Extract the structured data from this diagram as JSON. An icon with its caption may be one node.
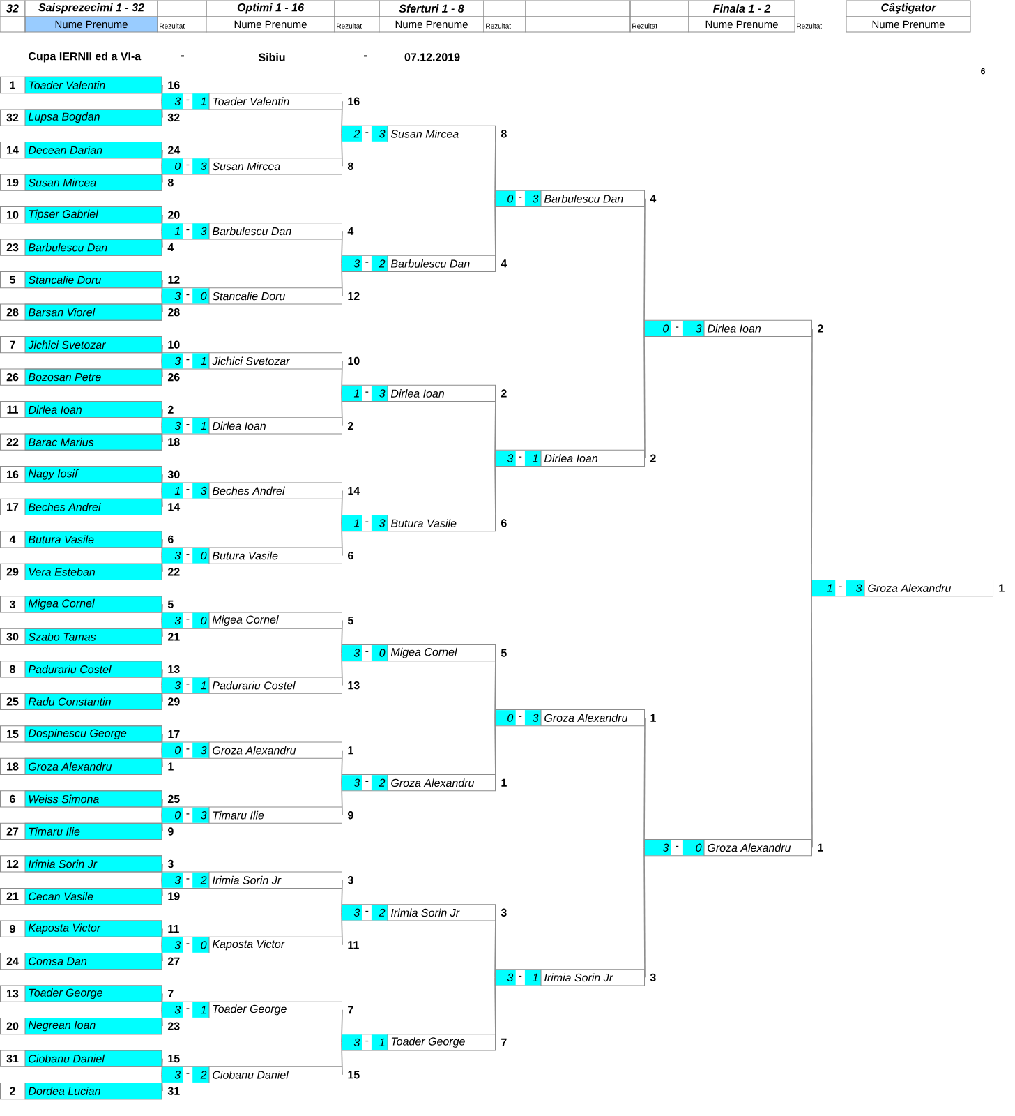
{
  "diagram": {
    "nodes": [
      {
        "text": [
          "1",
          "Toader Valentin"
        ],
        "beside": [
          "16"
        ]
      },
      {
        "text": [
          "32",
          "Lupsa Bogdan"
        ],
        "beside": [
          "32"
        ]
      },
      {
        "text": [
          "14",
          "Decean Darian"
        ],
        "beside": [
          "24"
        ]
      },
      {
        "text": [
          "19",
          "Susan Mircea"
        ],
        "beside": [
          "8"
        ]
      },
      {
        "text": [
          "10",
          "Tipser Gabriel"
        ],
        "beside": [
          "20"
        ]
      },
      {
        "text": [
          "23",
          "Barbulescu Dan"
        ],
        "beside": [
          "4"
        ]
      },
      {
        "text": [
          "5",
          "Stancalie Doru"
        ],
        "beside": [
          "12"
        ]
      },
      {
        "text": [
          "28",
          "Barsan Viorel"
        ],
        "beside": [
          "28"
        ]
      },
      {
        "text": [
          "7",
          "Jichici Svetozar"
        ],
        "beside": [
          "10"
        ]
      },
      {
        "text": [
          "26",
          "Bozosan Petre"
        ],
        "beside": [
          "26"
        ]
      },
      {
        "text": [
          "11",
          "Dirlea Ioan"
        ],
        "beside": [
          "2"
        ]
      },
      {
        "text": [
          "22",
          "Barac Marius"
        ],
        "beside": [
          "18"
        ]
      },
      {
        "text": [
          "16",
          "Nagy Iosif"
        ],
        "beside": [
          "30"
        ]
      },
      {
        "text": [
          "17",
          "Beches Andrei"
        ],
        "beside": [
          "14"
        ]
      },
      {
        "text": [
          "4",
          "Butura Vasile"
        ],
        "beside": [
          "6"
        ]
      },
      {
        "text": [
          "29",
          "Vera Esteban"
        ],
        "beside": [
          "22"
        ]
      },
      {
        "text": [
          "3",
          "Migea Cornel"
        ],
        "beside": [
          "5"
        ]
      },
      {
        "text": [
          "30",
          "Szabo Tamas"
        ],
        "beside": [
          "21"
        ]
      },
      {
        "text": [
          "8",
          "Padurariu Costel"
        ],
        "beside": [
          "13"
        ]
      },
      {
        "text": [
          "25",
          "Radu Constantin"
        ],
        "beside": [
          "29"
        ]
      },
      {
        "text": [
          "15",
          "Dospinescu George"
        ],
        "beside": [
          "17"
        ]
      },
      {
        "text": [
          "18",
          "Groza Alexandru"
        ],
        "beside": [
          "1"
        ]
      },
      {
        "text": [
          "6",
          "Weiss Simona"
        ],
        "beside": [
          "25"
        ]
      },
      {
        "text": [
          "27",
          "Timaru Ilie"
        ],
        "beside": [
          "9"
        ]
      },
      {
        "text": [
          "12",
          "Irimia Sorin Jr"
        ],
        "beside": [
          "3"
        ]
      },
      {
        "text": [
          "21",
          "Cecan Vasile"
        ],
        "beside": [
          "19"
        ]
      },
      {
        "text": [
          "9",
          "Kaposta Victor"
        ],
        "beside": [
          "11"
        ]
      },
      {
        "text": [
          "24",
          "Comsa Dan"
        ],
        "beside": [
          "27"
        ]
      },
      {
        "text": [
          "13",
          "Toader George"
        ],
        "beside": [
          "7"
        ]
      },
      {
        "text": [
          "20",
          "Negrean Ioan"
        ],
        "beside": [
          "23"
        ]
      },
      {
        "text": [
          "31",
          "Ciobanu Daniel"
        ],
        "beside": [
          "15"
        ]
      },
      {
        "text": [
          "2",
          "Dordea Lucian"
        ],
        "beside": [
          "31"
        ]
      },
      {
        "text": [
          "3",
          "-",
          "1",
          "Toader Valentin"
        ],
        "beside": [
          "16"
        ]
      },
      {
        "text": [
          "0",
          "-",
          "3",
          "Susan Mircea"
        ],
        "beside": [
          "8"
        ]
      },
      {
        "text": [
          "1",
          "-",
          "3",
          "Barbulescu Dan"
        ],
        "beside": [
          "4"
        ]
      },
      {
        "text": [
          "3",
          "-",
          "0",
          "Stancalie Doru"
        ],
        "beside": [
          "12"
        ]
      },
      {
        "text": [
          "3",
          "-",
          "1",
          "Jichici Svetozar"
        ],
        "beside": [
          "10"
        ]
      },
      {
        "text": [
          "3",
          "-",
          "1",
          "Dirlea Ioan"
        ],
        "beside": [
          "2"
        ]
      },
      {
        "text": [
          "1",
          "-",
          "3",
          "Beches Andrei"
        ],
        "beside": [
          "14"
        ]
      },
      {
        "text": [
          "3",
          "-",
          "0",
          "Butura Vasile"
        ],
        "beside": [
          "6"
        ]
      },
      {
        "text": [
          "3",
          "-",
          "0",
          "Migea Cornel"
        ],
        "beside": [
          "5"
        ]
      },
      {
        "text": [
          "3",
          "-",
          "1",
          "Padurariu Costel"
        ],
        "beside": [
          "13"
        ]
      },
      {
        "text": [
          "0",
          "-",
          "3",
          "Groza Alexandru"
        ],
        "beside": [
          "1"
        ]
      },
      {
        "text": [
          "0",
          "-",
          "3",
          "Timaru Ilie"
        ],
        "beside": [
          "9"
        ]
      },
      {
        "text": [
          "3",
          "-",
          "2",
          "Irimia Sorin Jr"
        ],
        "beside": [
          "3"
        ]
      },
      {
        "text": [
          "3",
          "-",
          "0",
          "Kaposta Victor"
        ],
        "beside": [
          "11"
        ]
      },
      {
        "text": [
          "3",
          "-",
          "1",
          "Toader George"
        ],
        "beside": [
          "7"
        ]
      },
      {
        "text": [
          "3",
          "-",
          "2",
          "Ciobanu Daniel"
        ],
        "beside": [
          "15"
        ]
      },
      {
        "text": [
          "2",
          "-",
          "3",
          "Susan Mircea"
        ],
        "beside": [
          "8"
        ]
      },
      {
        "text": [
          "3",
          "-",
          "2",
          "Barbulescu Dan"
        ],
        "beside": [
          "4"
        ]
      },
      {
        "text": [
          "1",
          "-",
          "3",
          "Dirlea Ioan"
        ],
        "beside": [
          "2"
        ]
      },
      {
        "text": [
          "1",
          "-",
          "3",
          "Butura Vasile"
        ],
        "beside": [
          "6"
        ]
      },
      {
        "text": [
          "3",
          "-",
          "0",
          "Migea Cornel"
        ],
        "beside": [
          "5"
        ]
      },
      {
        "text": [
          "3",
          "-",
          "2",
          "Groza Alexandru"
        ],
        "beside": [
          "1"
        ]
      },
      {
        "text": [
          "3",
          "-",
          "2",
          "Irimia Sorin Jr"
        ],
        "beside": [
          "3"
        ]
      },
      {
        "text": [
          "3",
          "-",
          "1",
          "Toader George"
        ],
        "beside": [
          "7"
        ]
      },
      {
        "text": [
          "0",
          "-",
          "3",
          "Barbulescu Dan"
        ],
        "beside": [
          "4"
        ]
      },
      {
        "text": [
          "3",
          "-",
          "1",
          "Dirlea Ioan"
        ],
        "beside": [
          "2"
        ]
      },
      {
        "text": [
          "0",
          "-",
          "3",
          "Groza Alexandru"
        ],
        "beside": [
          "1"
        ]
      },
      {
        "text": [
          "3",
          "-",
          "1",
          "Irimia Sorin Jr"
        ],
        "beside": [
          "3"
        ]
      },
      {
        "text": [
          "0",
          "-",
          "3",
          "Dirlea Ioan"
        ],
        "beside": [
          "2"
        ]
      },
      {
        "text": [
          "3",
          "-",
          "0",
          "Groza Alexandru"
        ],
        "beside": [
          "1"
        ]
      },
      {
        "text": [
          "1",
          "-",
          "3",
          "Groza Alexandru"
        ],
        "beside": [
          "1"
        ]
      }
    ],
    "edges": [
      {
        "from": 0,
        "to": 32,
        "arrow": "none"
      },
      {
        "from": 1,
        "to": 32,
        "arrow": "none"
      },
      {
        "from": 2,
        "to": 33,
        "arrow": "none"
      },
      {
        "from": 3,
        "to": 33,
        "arrow": "none"
      },
      {
        "from": 4,
        "to": 34,
        "arrow": "none"
      },
      {
        "from": 5,
        "to": 34,
        "arrow": "none"
      },
      {
        "from": 6,
        "to": 35,
        "arrow": "none"
      },
      {
        "from": 7,
        "to": 35,
        "arrow": "none"
      },
      {
        "from": 8,
        "to": 36,
        "arrow": "none"
      },
      {
        "from": 9,
        "to": 36,
        "arrow": "none"
      },
      {
        "from": 10,
        "to": 37,
        "arrow": "none"
      },
      {
        "from": 11,
        "to": 37,
        "arrow": "none"
      },
      {
        "from": 12,
        "to": 38,
        "arrow": "none"
      },
      {
        "from": 13,
        "to": 38,
        "arrow": "none"
      },
      {
        "from": 14,
        "to": 39,
        "arrow": "none"
      },
      {
        "from": 15,
        "to": 39,
        "arrow": "none"
      },
      {
        "from": 16,
        "to": 40,
        "arrow": "none"
      },
      {
        "from": 17,
        "to": 40,
        "arrow": "none"
      },
      {
        "from": 18,
        "to": 41,
        "arrow": "none"
      },
      {
        "from": 19,
        "to": 41,
        "arrow": "none"
      },
      {
        "from": 20,
        "to": 42,
        "arrow": "none"
      },
      {
        "from": 21,
        "to": 42,
        "arrow": "none"
      },
      {
        "from": 22,
        "to": 43,
        "arrow": "none"
      },
      {
        "from": 23,
        "to": 43,
        "arrow": "none"
      },
      {
        "from": 24,
        "to": 44,
        "arrow": "none"
      },
      {
        "from": 25,
        "to": 44,
        "arrow": "none"
      },
      {
        "from": 26,
        "to": 45,
        "arrow": "none"
      },
      {
        "from": 27,
        "to": 45,
        "arrow": "none"
      },
      {
        "from": 28,
        "to": 46,
        "arrow": "none"
      },
      {
        "from": 29,
        "to": 46,
        "arrow": "none"
      },
      {
        "from": 30,
        "to": 47,
        "arrow": "none"
      },
      {
        "from": 31,
        "to": 47,
        "arrow": "none"
      },
      {
        "from": 32,
        "to": 48,
        "arrow": "none"
      },
      {
        "from": 33,
        "to": 48,
        "arrow": "none"
      },
      {
        "from": 34,
        "to": 49,
        "arrow": "none"
      },
      {
        "from": 35,
        "to": 49,
        "arrow": "none"
      },
      {
        "from": 36,
        "to": 50,
        "arrow": "none"
      },
      {
        "from": 37,
        "to": 50,
        "arrow": "none"
      },
      {
        "from": 38,
        "to": 51,
        "arrow": "none"
      },
      {
        "from": 39,
        "to": 51,
        "arrow": "none"
      },
      {
        "from": 40,
        "to": 52,
        "arrow": "none"
      },
      {
        "from": 41,
        "to": 52,
        "arrow": "none"
      },
      {
        "from": 42,
        "to": 53,
        "arrow": "none"
      },
      {
        "from": 43,
        "to": 53,
        "arrow": "none"
      },
      {
        "from": 44,
        "to": 54,
        "arrow": "none"
      },
      {
        "from": 45,
        "to": 54,
        "arrow": "none"
      },
      {
        "from": 46,
        "to": 55,
        "arrow": "none"
      },
      {
        "from": 47,
        "to": 55,
        "arrow": "none"
      },
      {
        "from": 48,
        "to": 56,
        "arrow": "none"
      },
      {
        "from": 49,
        "to": 56,
        "arrow": "none"
      },
      {
        "from": 50,
        "to": 57,
        "arrow": "none"
      },
      {
        "from": 51,
        "to": 57,
        "arrow": "none"
      },
      {
        "from": 52,
        "to": 58,
        "arrow": "none"
      },
      {
        "from": 53,
        "to": 58,
        "arrow": "none"
      },
      {
        "from": 54,
        "to": 59,
        "arrow": "none"
      },
      {
        "from": 55,
        "to": 59,
        "arrow": "none"
      },
      {
        "from": 56,
        "to": 60,
        "arrow": "none"
      },
      {
        "from": 57,
        "to": 60,
        "arrow": "none"
      },
      {
        "from": 58,
        "to": 61,
        "arrow": "none"
      },
      {
        "from": 59,
        "to": 61,
        "arrow": "none"
      },
      {
        "from": 60,
        "to": 62,
        "arrow": "none"
      },
      {
        "from": 61,
        "to": 62,
        "arrow": "none"
      }
    ],
    "labels": [
      "32",
      "Saisprezecimi 1 - 32",
      "Optimi 1 - 16",
      "Sferturi 1 - 8",
      "Finala 1 - 2",
      "Câştigator",
      "Nume Prenume",
      "Rezultat",
      "Nume Prenume",
      "Rezultat",
      "Nume Prenume",
      "Rezultat",
      "Rezultat",
      "Nume Prenume",
      "Rezultat",
      "Nume Prenume",
      "Cupa IERNII ed a VI-a",
      "-",
      "Sibiu",
      "-",
      "07.12.2019",
      "6"
    ]
  }
}
